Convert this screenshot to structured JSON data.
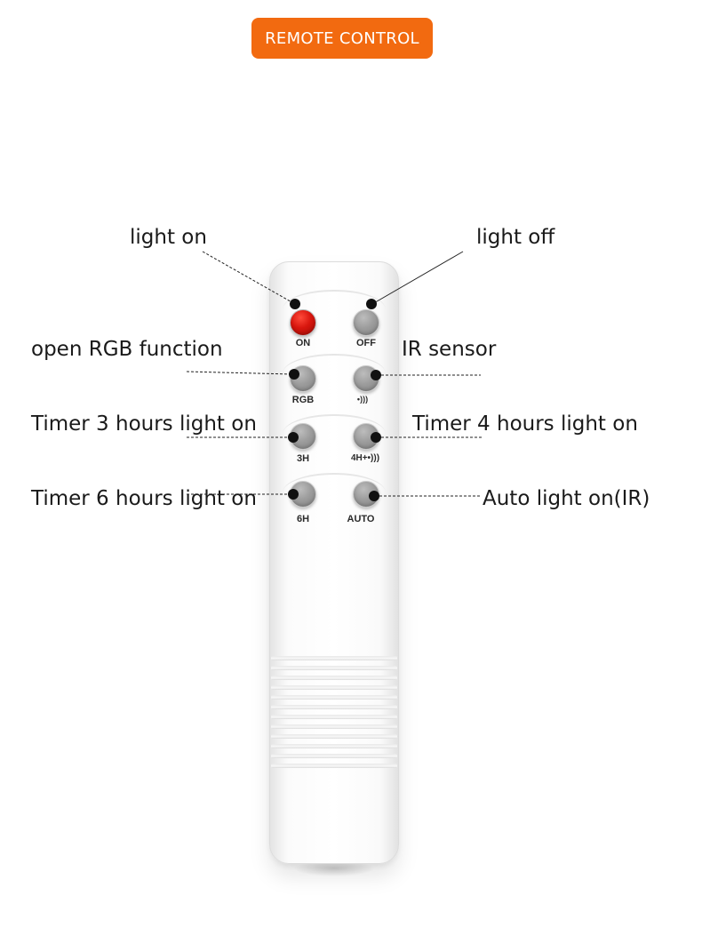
{
  "header": {
    "title": "REMOTE CONTROL",
    "accent": "#f26a10"
  },
  "buttons": [
    {
      "label": "ON",
      "color": "#d8160e"
    },
    {
      "label": "OFF"
    },
    {
      "label": "RGB"
    },
    {
      "label": "•)))"
    },
    {
      "label": "3H"
    },
    {
      "label": "4H+•)))"
    },
    {
      "label": "6H"
    },
    {
      "label": "AUTO"
    }
  ],
  "callouts": {
    "light_on": "light on",
    "light_off": "light off",
    "open_rgb": "open RGB function",
    "ir_sensor": "IR sensor",
    "timer_3h": "Timer 3 hours light on",
    "timer_4h": "Timer 4 hours light on",
    "timer_6h": "Timer 6 hours light on",
    "auto_ir": "Auto light on(IR)"
  }
}
